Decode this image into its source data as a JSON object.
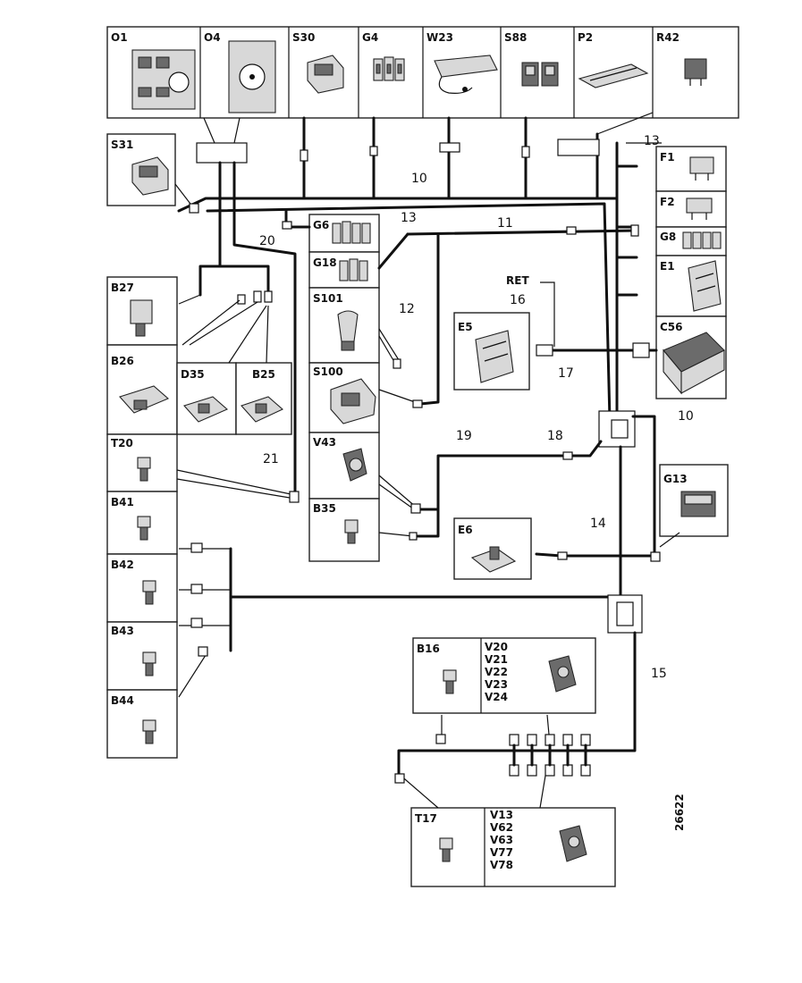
{
  "components": {
    "o1": "O1",
    "o4": "O4",
    "s30": "S30",
    "g4": "G4",
    "w23": "W23",
    "s88": "S88",
    "p2": "P2",
    "r42": "R42",
    "s31": "S31",
    "f1": "F1",
    "f2": "F2",
    "g8": "G8",
    "e1": "E1",
    "c56": "C56",
    "g6": "G6",
    "g18": "G18",
    "s101": "S101",
    "s100": "S100",
    "v43": "V43",
    "b35": "B35",
    "b27": "B27",
    "b26": "B26",
    "d35": "D35",
    "b25": "B25",
    "t20": "T20",
    "b41": "B41",
    "b42": "B42",
    "b43": "B43",
    "b44": "B44",
    "e5": "E5",
    "e6": "E6",
    "g13": "G13",
    "b16": "B16",
    "t17": "T17",
    "ret": "RET"
  },
  "valve_groups": {
    "upper": [
      "V20",
      "V21",
      "V22",
      "V23",
      "V24"
    ],
    "lower": [
      "V13",
      "V62",
      "V63",
      "V77",
      "V78"
    ]
  },
  "harness_numbers": {
    "n10a": "10",
    "n10b": "10",
    "n11": "11",
    "n12": "12",
    "n13a": "13",
    "n13b": "13",
    "n14": "14",
    "n15": "15",
    "n16": "16",
    "n17": "17",
    "n18": "18",
    "n19": "19",
    "n20": "20",
    "n21": "21"
  },
  "drawing_number": "26622"
}
